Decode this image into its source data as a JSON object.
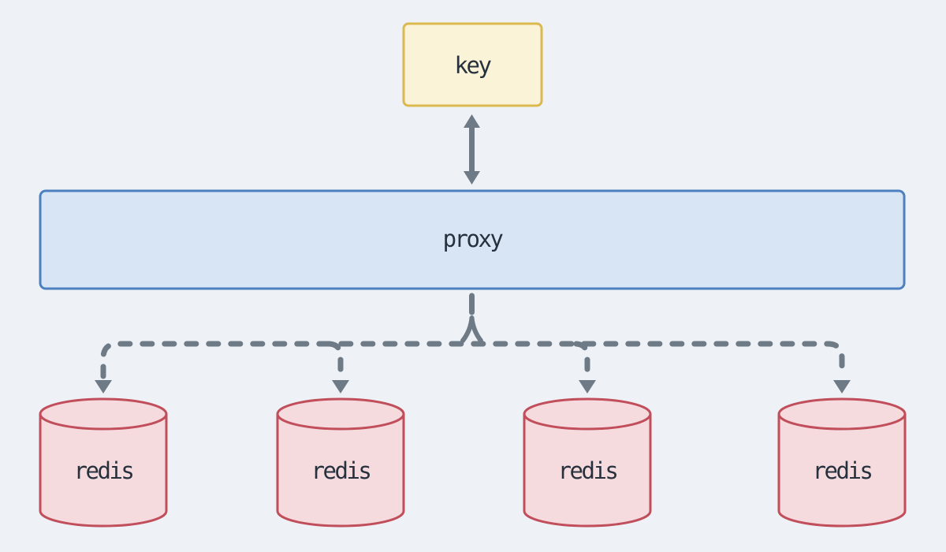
{
  "diagram": {
    "background_color": "#EEF1F5",
    "text_color": "#26313D",
    "nodes": {
      "key": {
        "label": "key",
        "fill": "#FBF3D8",
        "border": "#DCB94F"
      },
      "proxy": {
        "label": "proxy",
        "fill": "#D7E5F4",
        "border": "#4D80C0"
      },
      "redis": [
        {
          "label": "redis"
        },
        {
          "label": "redis"
        },
        {
          "label": "redis"
        },
        {
          "label": "redis"
        }
      ],
      "redis_style": {
        "fill": "#F6DBDE",
        "border": "#C14E5B",
        "shape": "database-cylinder"
      }
    },
    "connectors": {
      "color": "#6E7A86",
      "key_proxy": {
        "style": "solid",
        "direction": "bidirectional"
      },
      "proxy_redis": {
        "style": "dashed",
        "direction": "down",
        "arrow_count": 4
      }
    }
  }
}
